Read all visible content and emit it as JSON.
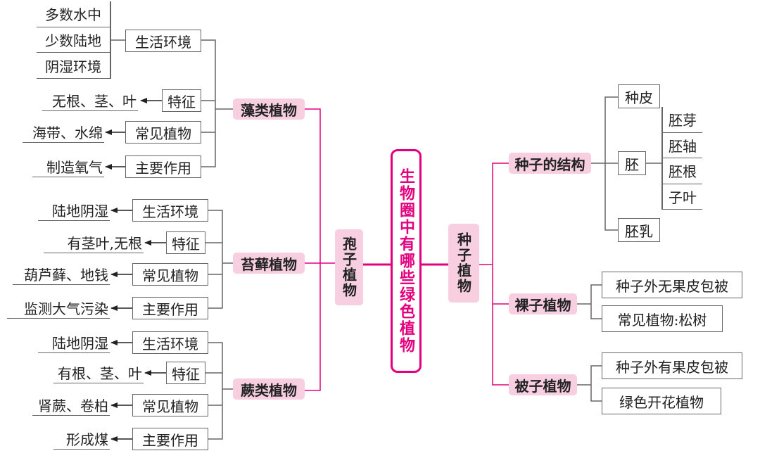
{
  "center": "生物圈中有哪些绿色植物",
  "spore": {
    "title": "孢子植物",
    "algae": {
      "title": "藻类植物",
      "env_label": "生活环境",
      "env_values": [
        "多数水中",
        "少数陆地",
        "阴湿环境"
      ],
      "feature_label": "特征",
      "feature_value": "无根、茎、叶",
      "common_label": "常见植物",
      "common_value": "海带、水绵",
      "role_label": "主要作用",
      "role_value": "制造氧气"
    },
    "moss": {
      "title": "苔藓植物",
      "env_label": "生活环境",
      "env_value": "陆地阴湿",
      "feature_label": "特征",
      "feature_value": "有茎叶,无根",
      "common_label": "常见植物",
      "common_value": "葫芦藓、地钱",
      "role_label": "主要作用",
      "role_value": "监测大气污染"
    },
    "fern": {
      "title": "蕨类植物",
      "env_label": "生活环境",
      "env_value": "陆地阴湿",
      "feature_label": "特征",
      "feature_value": "有根、茎、叶",
      "common_label": "常见植物",
      "common_value": "肾蕨、卷柏",
      "role_label": "主要作用",
      "role_value": "形成煤"
    }
  },
  "seed": {
    "title": "种子植物",
    "structure": {
      "title": "种子的结构",
      "coat": "种皮",
      "embryo": "胚",
      "embryo_parts": [
        "胚芽",
        "胚轴",
        "胚根",
        "子叶"
      ],
      "endosperm": "胚乳"
    },
    "gymno": {
      "title": "裸子植物",
      "item1": "种子外无果皮包被",
      "item2": "常见植物:松树"
    },
    "angio": {
      "title": "被子植物",
      "item1": "种子外有果皮包被",
      "item2": "绿色开花植物"
    }
  },
  "colors": {
    "accent": "#e3007f",
    "pill": "#f7cfe0",
    "line": "#666666"
  }
}
